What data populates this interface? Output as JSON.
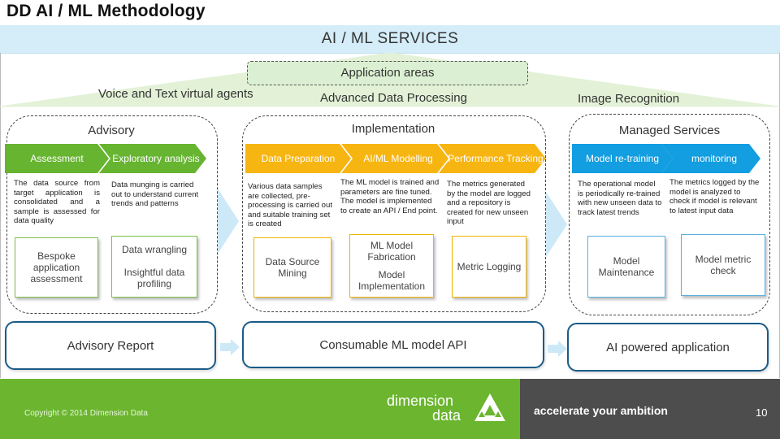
{
  "title": "DD AI / ML Methodology",
  "banner": "AI / ML SERVICES",
  "application_areas": {
    "label": "Application areas",
    "items": [
      "Voice and Text virtual agents",
      "Advanced Data Processing",
      "Image Recognition"
    ]
  },
  "sections": {
    "advisory": {
      "title": "Advisory",
      "steps": [
        "Assessment",
        "Exploratory analysis"
      ],
      "descriptions": [
        "The data source from target application is consolidated and a sample is assessed for data quality",
        "Data munging is carried out to understand current trends and patterns"
      ],
      "cards": [
        "Bespoke application assessment",
        "Data wrangling",
        "Insightful data profiling"
      ],
      "output": "Advisory Report"
    },
    "implementation": {
      "title": "Implementation",
      "steps": [
        "Data Preparation",
        "AI/ML Modelling",
        "Performance Tracking"
      ],
      "descriptions": [
        "Various data samples are collected, pre-processing is carried out and suitable training set is created",
        "The ML model is trained and parameters are fine tuned. The model is implemented to create an API / End point.",
        "The metrics generated by the model are logged and a repository is created for new unseen input"
      ],
      "cards": [
        "Data Source Mining",
        "ML Model Fabrication",
        "Model Implementation",
        "Metric Logging"
      ],
      "output": "Consumable ML model API"
    },
    "managed": {
      "title": "Managed Services",
      "steps": [
        "Model re-training",
        "monitoring"
      ],
      "descriptions": [
        "The operational model is periodically re-trained with new unseen data to track latest trends",
        "The metrics logged by the model is analyzed to check if model is relevant to latest input data"
      ],
      "cards": [
        "Model Maintenance",
        "Model metric check"
      ],
      "output": "AI powered application"
    }
  },
  "footer": {
    "copyright": "Copyright © 2014 Dimension Data",
    "brand_line1": "dimension",
    "brand_line2": "data",
    "tagline": "accelerate your ambition",
    "page_number": "10"
  },
  "colors": {
    "advisory": "#67b431",
    "implementation": "#f7b512",
    "managed": "#129ee0",
    "output_border": "#1a5b89",
    "footer_green": "#6bb52f",
    "footer_grey": "#4d4d4d"
  }
}
